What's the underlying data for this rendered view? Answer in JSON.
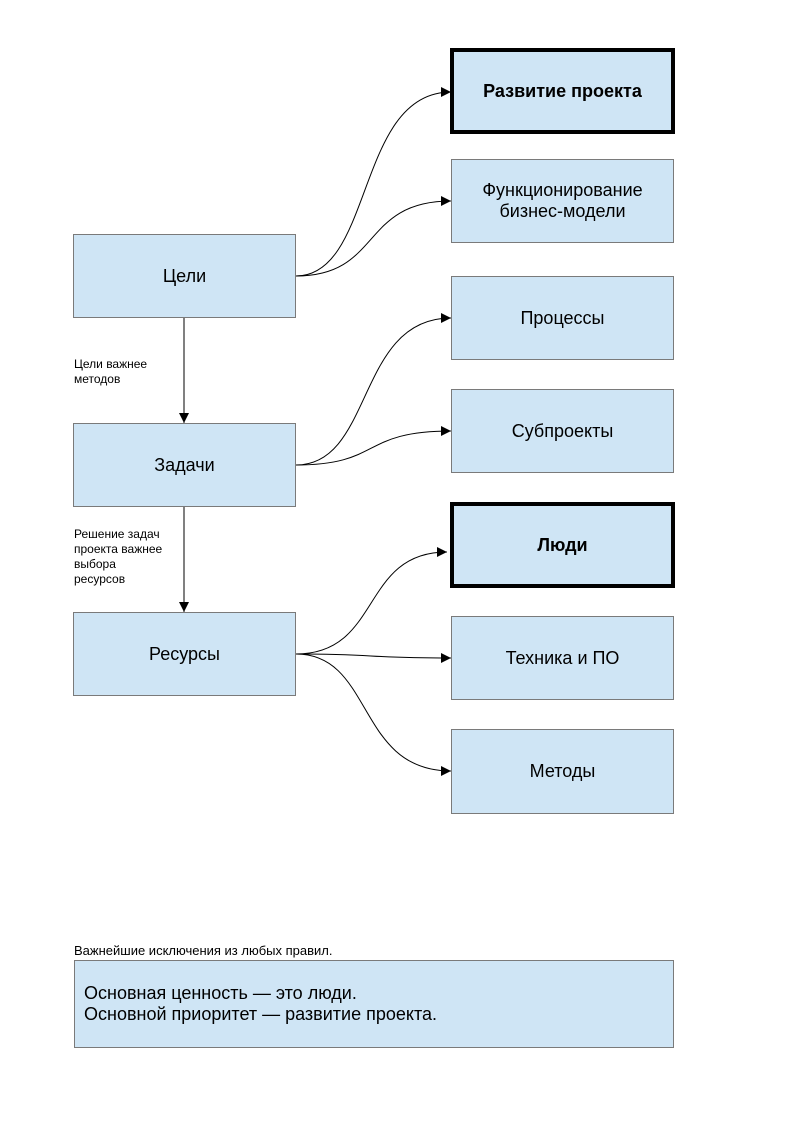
{
  "nodes": {
    "goals": "Цели",
    "tasks": "Задачи",
    "resources": "Ресурсы",
    "project_development": "Развитие проекта",
    "business_model": "Функционирование\nбизнес-модели",
    "processes": "Процессы",
    "subprojects": "Субпроекты",
    "people": "Люди",
    "hardware_software": "Техника и ПО",
    "methods": "Методы"
  },
  "notes": {
    "goals_over_methods": "Цели важнее\nметодов",
    "tasks_over_resources": "Решение задач\nпроекта важнее\nвыбора\nресурсов"
  },
  "exceptions": {
    "caption": "Важнейшие исключения из любых правил.",
    "line1": "Основная ценность — это люди.",
    "line2": "Основной приоритет — развитие проекта."
  },
  "colors": {
    "box_fill": "#cfe5f5",
    "box_border": "#7a7a7a",
    "emphasis_border": "#000000"
  }
}
